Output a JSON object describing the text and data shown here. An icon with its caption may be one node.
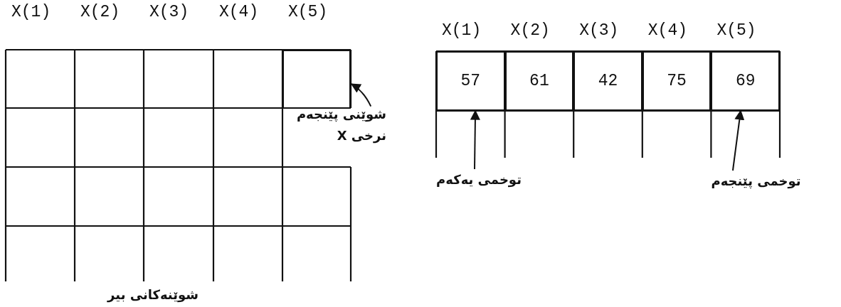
{
  "diagram": {
    "nodes": [
      {
        "text": [],
        "shape": "box"
      },
      {
        "text": [
          "شوێنی پێنجەم نرخی X"
        ]
      },
      {
        "text": [
          "57"
        ]
      },
      {
        "text": [
          "61"
        ]
      },
      {
        "text": [
          "42"
        ]
      },
      {
        "text": [
          "75"
        ]
      },
      {
        "text": [
          "69"
        ]
      },
      {
        "text": [
          "توخمی یەکەم"
        ]
      },
      {
        "text": [
          "توخمی پێنجەم"
        ]
      }
    ],
    "edges": [
      {
        "from": 1,
        "to": 0,
        "arrow": "to"
      },
      {
        "from": 7,
        "to": 2,
        "arrow": "to"
      },
      {
        "from": 8,
        "to": 6,
        "arrow": "to"
      }
    ],
    "labels": [
      "X(1)",
      "X(2)",
      "X(3)",
      "X(4)",
      "X(5)",
      "X(1)",
      "X(2)",
      "X(3)",
      "X(4)",
      "X(5)",
      "شوێنەکانی بیر"
    ]
  }
}
